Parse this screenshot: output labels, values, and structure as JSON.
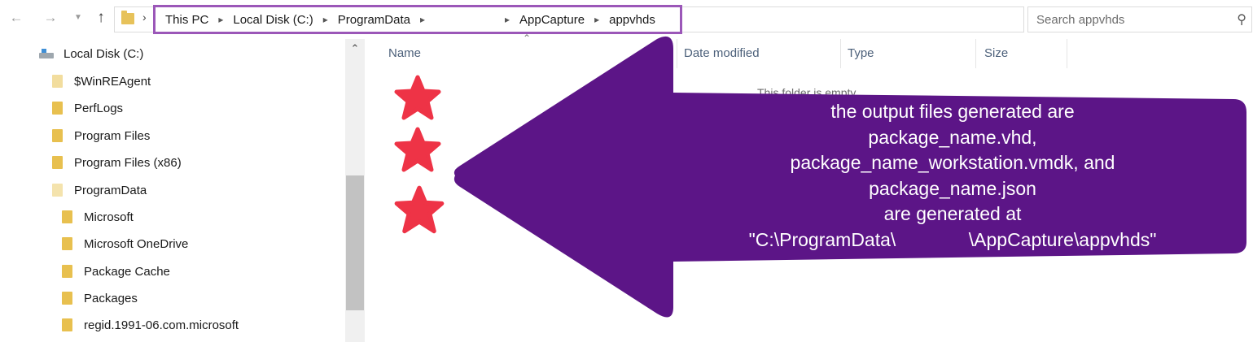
{
  "toolbar": {
    "back_icon": "arrow-left-icon",
    "forward_icon": "arrow-right-icon",
    "recent_icon": "chevron-down-icon",
    "up_icon": "arrow-up-icon"
  },
  "address": {
    "crumbs": [
      "This PC",
      "Local Disk (C:)",
      "ProgramData",
      "AppCapture",
      "appvhds"
    ],
    "highlight_color": "#9b57b8"
  },
  "search": {
    "placeholder": "Search appvhds",
    "icon": "search-icon"
  },
  "tree": {
    "drive": "Local Disk (C:)",
    "items": [
      "$WinREAgent",
      "PerfLogs",
      "Program Files",
      "Program Files (x86)",
      "ProgramData",
      "Microsoft",
      "Microsoft OneDrive",
      "Package Cache",
      "Packages",
      "regid.1991-06.com.microsoft"
    ]
  },
  "columns": [
    "Name",
    "Date modified",
    "Type",
    "Size"
  ],
  "content": {
    "empty_message": "This folder is empty."
  },
  "callout": {
    "color": "#5c1587",
    "lines": [
      "the output files generated are",
      "package_name.vhd,",
      "package_name_workstation.vmdk, and",
      "package_name.json",
      "are generated at",
      "\"C:\\ProgramData\\              \\AppCapture\\appvhds\""
    ]
  },
  "stars": {
    "color": "#ee3346",
    "count": 3
  }
}
